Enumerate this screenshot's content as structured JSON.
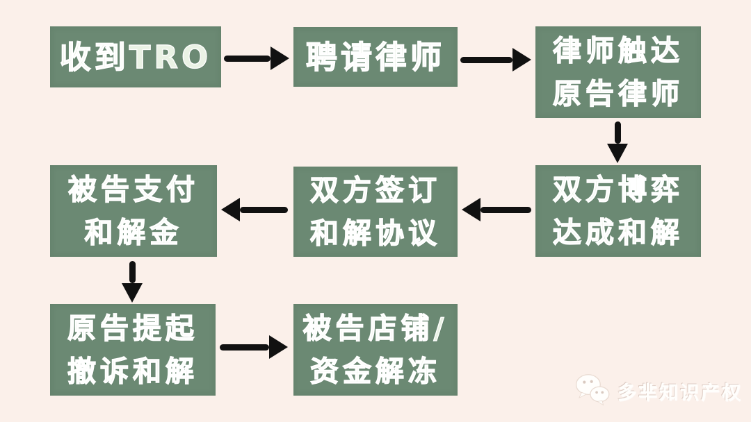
{
  "diagram": {
    "title": "TRO settlement process flowchart",
    "background_color": "#fbf0ea",
    "node_color": "#6b8973",
    "node_text_color": "#ffffff",
    "arrow_color": "#111111",
    "nodes": {
      "received_tro": {
        "line1": "收到TRO"
      },
      "hire_lawyer": {
        "line1": "聘请律师"
      },
      "lawyer_contacts": {
        "line1": "律师触达",
        "line2": "原告律师"
      },
      "negotiate_settle": {
        "line1": "双方博弈",
        "line2": "达成和解"
      },
      "sign_agreement": {
        "line1": "双方签订",
        "line2": "和解协议"
      },
      "defendant_pays": {
        "line1": "被告支付",
        "line2": "和解金"
      },
      "plaintiff_withdraw": {
        "line1": "原告提起",
        "line2": "撤诉和解"
      },
      "store_unfrozen": {
        "line1": "被告店铺/",
        "line2": "资金解冻"
      }
    },
    "edges": [
      {
        "from": "received_tro",
        "to": "hire_lawyer",
        "direction": "right"
      },
      {
        "from": "hire_lawyer",
        "to": "lawyer_contacts",
        "direction": "right"
      },
      {
        "from": "lawyer_contacts",
        "to": "negotiate_settle",
        "direction": "down"
      },
      {
        "from": "negotiate_settle",
        "to": "sign_agreement",
        "direction": "left"
      },
      {
        "from": "sign_agreement",
        "to": "defendant_pays",
        "direction": "left"
      },
      {
        "from": "defendant_pays",
        "to": "plaintiff_withdraw",
        "direction": "down"
      },
      {
        "from": "plaintiff_withdraw",
        "to": "store_unfrozen",
        "direction": "right"
      }
    ]
  },
  "watermark": {
    "icon": "wechat-icon",
    "text": "多芈知识产权"
  }
}
